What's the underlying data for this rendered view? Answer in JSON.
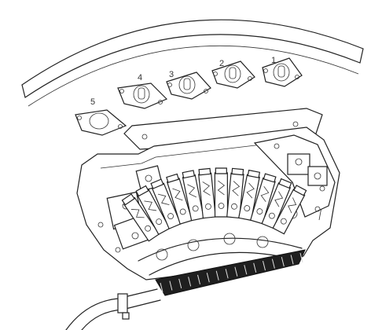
{
  "diagram": {
    "callouts": [
      "1",
      "2",
      "3",
      "4",
      "5"
    ],
    "colors": {
      "line": "#222222",
      "background": "#ffffff",
      "dark_band": "#1f1f1f"
    },
    "module_count": 12
  }
}
